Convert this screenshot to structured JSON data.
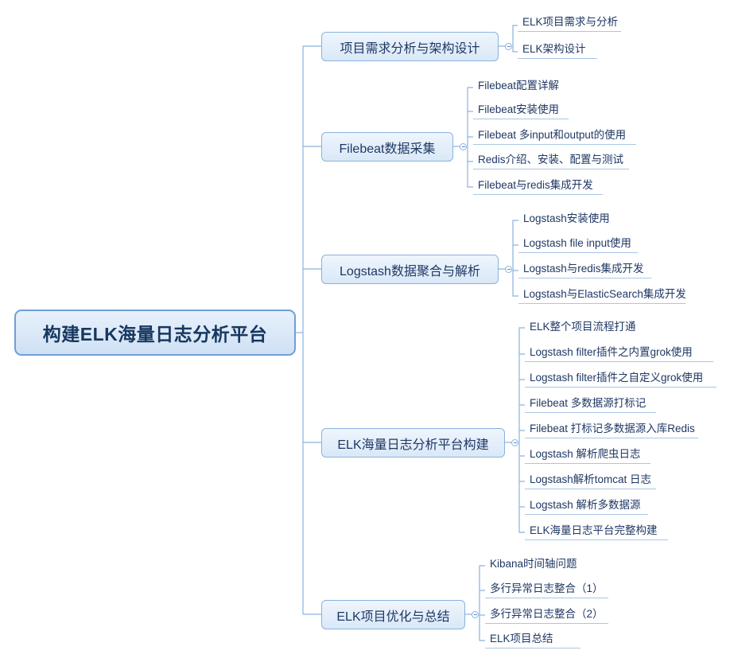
{
  "diagram": {
    "type": "mindmap",
    "title": "构建ELK海量日志分析平台",
    "colors": {
      "node_border": "#8ab2dd",
      "node_fill": "#e3eefa",
      "root_border": "#6f9fd8",
      "text": "#1f3864",
      "connector": "#8ab2dd",
      "underline": "#a8c6e5"
    },
    "root": {
      "label": "构建ELK海量日志分析平台"
    },
    "branches": [
      {
        "label": "项目需求分析与架构设计",
        "children": [
          {
            "label": "ELK项目需求与分析"
          },
          {
            "label": "ELK架构设计"
          }
        ]
      },
      {
        "label": "Filebeat数据采集",
        "children": [
          {
            "label": "Filebeat配置详解"
          },
          {
            "label": "Filebeat安装使用"
          },
          {
            "label": "Filebeat 多input和output的使用"
          },
          {
            "label": "Redis介绍、安装、配置与测试"
          },
          {
            "label": "Filebeat与redis集成开发"
          }
        ]
      },
      {
        "label": "Logstash数据聚合与解析",
        "children": [
          {
            "label": "Logstash安装使用"
          },
          {
            "label": "Logstash file input使用"
          },
          {
            "label": "Logstash与redis集成开发"
          },
          {
            "label": "Logstash与ElasticSearch集成开发"
          }
        ]
      },
      {
        "label": "ELK海量日志分析平台构建",
        "children": [
          {
            "label": "ELK整个项目流程打通"
          },
          {
            "label": "Logstash filter插件之内置grok使用"
          },
          {
            "label": "Logstash filter插件之自定义grok使用"
          },
          {
            "label": "Filebeat 多数据源打标记"
          },
          {
            "label": "Filebeat 打标记多数据源入库Redis"
          },
          {
            "label": "Logstash 解析爬虫日志"
          },
          {
            "label": "Logstash解析tomcat 日志"
          },
          {
            "label": "Logstash 解析多数据源"
          },
          {
            "label": "ELK海量日志平台完整构建"
          }
        ]
      },
      {
        "label": "ELK项目优化与总结",
        "children": [
          {
            "label": "Kibana时间轴问题"
          },
          {
            "label": "多行异常日志整合（1）"
          },
          {
            "label": "多行异常日志整合（2）"
          },
          {
            "label": "ELK项目总结"
          }
        ]
      }
    ]
  }
}
